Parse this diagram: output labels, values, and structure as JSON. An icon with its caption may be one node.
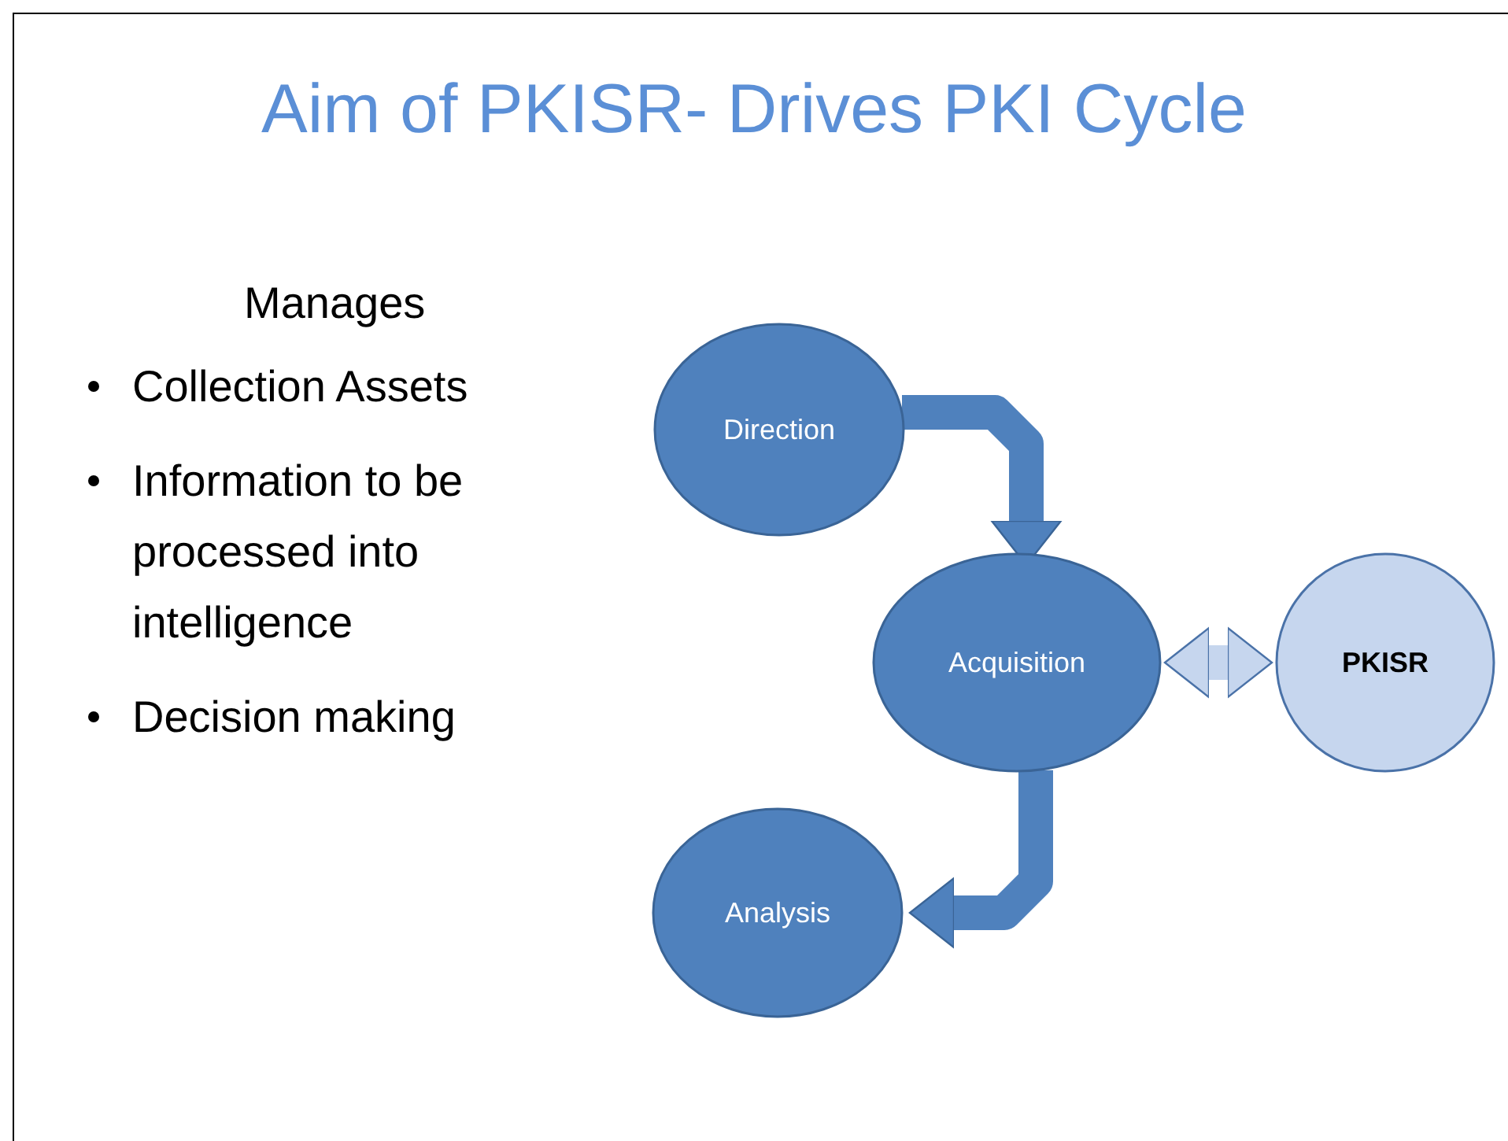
{
  "diagram": {
    "title": "Aim of PKISR- Drives PKI Cycle",
    "nodes": [
      {
        "text": [
          "Direction"
        ]
      },
      {
        "text": [
          "Acquisition"
        ]
      },
      {
        "text": [
          "PKISR"
        ]
      },
      {
        "text": [
          "Analysis"
        ]
      }
    ],
    "edges": [
      {
        "from": 0,
        "to": 1,
        "arrow": "to"
      },
      {
        "from": 1,
        "to": 2,
        "arrow": "both",
        "color": "#c6d6ee"
      },
      {
        "from": 1,
        "to": 3,
        "arrow": "to"
      }
    ],
    "labels": [
      "Manages",
      "Collection Assets",
      "Information to be processed into intelligence",
      "Decision making"
    ]
  }
}
